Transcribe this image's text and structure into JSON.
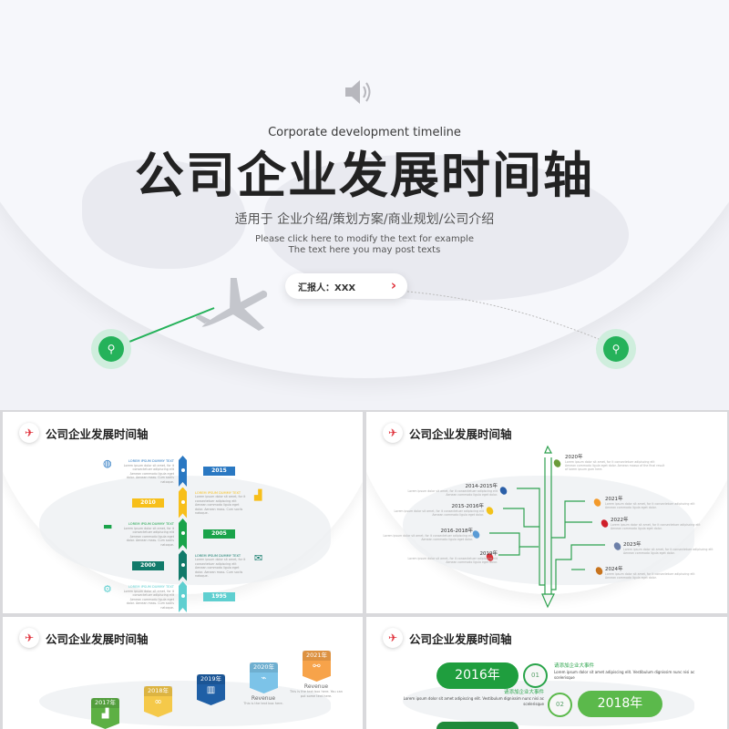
{
  "hero": {
    "subtitle_en": "Corporate development timeline",
    "title": "公司企业发展时间轴",
    "subtitle": "适用于 企业介绍/策划方案/商业规划/公司介绍",
    "note_line1": "Please click here to modify  the text for  example",
    "note_line2": "The text here you may post texts",
    "reporter": "汇报人：XXX",
    "reporter_arrow": "›",
    "icons": [
      "speaker-icon",
      "airplane-icon",
      "location-pin-icon"
    ],
    "accent": "#25b25a"
  },
  "slides": {
    "title": "公司企业发展时间轴",
    "icon": "airplane-icon",
    "icon_color": "#e0323c"
  },
  "slide1": {
    "items": [
      {
        "year": "2015",
        "color": "#2a78c2",
        "heading": "LOREM IPSUM DUMMY TEXT",
        "text": "Lorem ipsum dolor sit amet, for it consectetuer adipiscing elit Aenean commodo ligula eget dolor. Aenean mass. Cum sociis natoque.",
        "icon": "globe-icon"
      },
      {
        "year": "2010",
        "color": "#f7bf1a",
        "heading": "LOREM IPSUM DUMMY TEXT",
        "text": "Lorem ipsum dolor sit amet, for it consectetuer adipiscing elit Aenean commodo ligula eget dolor. Aenean mass. Cum sociis natoque.",
        "icon": "chart-icon"
      },
      {
        "year": "2005",
        "color": "#1aa34a",
        "heading": "LOREM IPSUM DUMMY TEXT",
        "text": "Lorem ipsum dolor sit amet, for it consectetuer adipiscing elit Aenean commodo ligula eget dolor. Aenean mass. Cum sociis natoque.",
        "icon": "chat-icon"
      },
      {
        "year": "2000",
        "color": "#117a6a",
        "heading": "LOREM IPSUM DUMMY TEXT",
        "text": "Lorem ipsum dolor sit amet, for it consectetuer adipiscing elit Aenean commodo ligula eget dolor. Aenean mass. Cum sociis natoque.",
        "icon": "mail-icon"
      },
      {
        "year": "1995",
        "color": "#5fcfd0",
        "heading": "LOREM IPSUM DUMMY TEXT",
        "text": "Lorem ipsum dolor sit amet, for it consectetuer adipiscing elit Aenean commodo ligula eget dolor. Aenean mass. Cum sociis natoque.",
        "icon": "gears-icon"
      }
    ]
  },
  "slide2": {
    "line_color": "#2ea14f",
    "items": [
      {
        "year": "2020年",
        "color": "#6a9b3a",
        "text": "Lorem ipsum dolor sit amet, for it consectetuer adipiscing elit Aenean commodo ligula eget dolor. Aenean massa of the final result of lorem ipsum gum here."
      },
      {
        "year": "2014-2015年",
        "color": "#2b5fa8",
        "text": "Lorem ipsum dolor sit amet, for it consectetuer adipiscing elit Aenean commodo ligula eget dolor."
      },
      {
        "year": "2015-2016年",
        "color": "#f2c21b",
        "text": "Lorem ipsum dolor sit amet, for it consectetuer adipiscing elit Aenean commodo ligula eget dolor."
      },
      {
        "year": "2016-2018年",
        "color": "#5a9bd5",
        "text": "Lorem ipsum dolor sit amet, for it consectetuer adipiscing elit Aenean commodo ligula eget dolor."
      },
      {
        "year": "2019年",
        "color": "#d9343a",
        "text": "Lorem ipsum dolor sit amet, for it consectetuer adipiscing elit Aenean commodo ligula eget dolor."
      },
      {
        "year": "2021年",
        "color": "#f39a2b",
        "text": "Lorem ipsum dolor sit amet, for it consectetuer adipiscing elit Aenean commodo ligula eget dolor."
      },
      {
        "year": "2022年",
        "color": "#d01f2a",
        "text": "Lorem ipsum dolor sit amet, for it consectetuer adipiscing elit Aenean commodo ligula eget dolor."
      },
      {
        "year": "2023年",
        "color": "#6c7fa8",
        "text": "Lorem ipsum dolor sit amet, for it consectetuer adipiscing elit Aenean commodo ligula eget dolor."
      },
      {
        "year": "2024年",
        "color": "#c8741e",
        "text": "Lorem ipsum dolor sit amet, for it consectetuer adipiscing elit Aenean commodo ligula eget dolor."
      }
    ]
  },
  "slide3": {
    "items": [
      {
        "year": "2017年",
        "color": "#5db044",
        "icon": "chart-icon"
      },
      {
        "year": "2018年",
        "color": "#f5c94a",
        "icon": "infinity-icon"
      },
      {
        "year": "2019年",
        "color": "#1f5fa6",
        "icon": "trash-icon"
      },
      {
        "year": "2020年",
        "color": "#7cc3e8",
        "icon": "route-icon",
        "label": "Revenue",
        "text": "This is the text box here."
      },
      {
        "year": "2021年",
        "color": "#f7a34a",
        "icon": "link-icon",
        "label": "Revenue",
        "text": "This is the text box here. You can put some text here."
      }
    ]
  },
  "slide4": {
    "items": [
      {
        "year": "2016年",
        "num": "01",
        "color": "#1f9e3e",
        "heading": "请添加企业大事件",
        "text": "Lorem ipsum dolor sit amet adipiscing elit. Vestibulum dignissim nunc nisi ac scelerisque"
      },
      {
        "year": "2018年",
        "num": "02",
        "color": "#5bb94b",
        "heading": "请添加企业大事件",
        "text": "Lorem ipsum dolor sit amet adipiscing elit. Vestibulum dignissim nunc nisi ac scelerisque"
      }
    ]
  }
}
